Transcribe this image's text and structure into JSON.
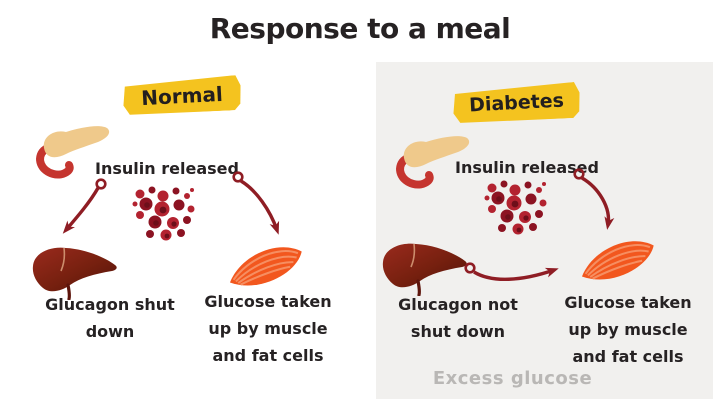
{
  "title": "Response to a meal",
  "colors": {
    "highlight_yellow": "#f4c31f",
    "panel_gray": "#f1f0ee",
    "text_dark": "#262223",
    "arrow_red": "#8f1d24",
    "excess_gray": "#b9b7b5"
  },
  "normal": {
    "label": "Normal",
    "insulin": "Insulin released",
    "glucagon": "Glucagon shut down",
    "glucose": "Glucose taken up by muscle and fat cells"
  },
  "diabetes": {
    "label": "Diabetes",
    "insulin": "Insulin released",
    "glucagon": "Glucagon not shut down",
    "glucose": "Glucose taken up by muscle and fat cells",
    "excess": "Excess glucose"
  }
}
